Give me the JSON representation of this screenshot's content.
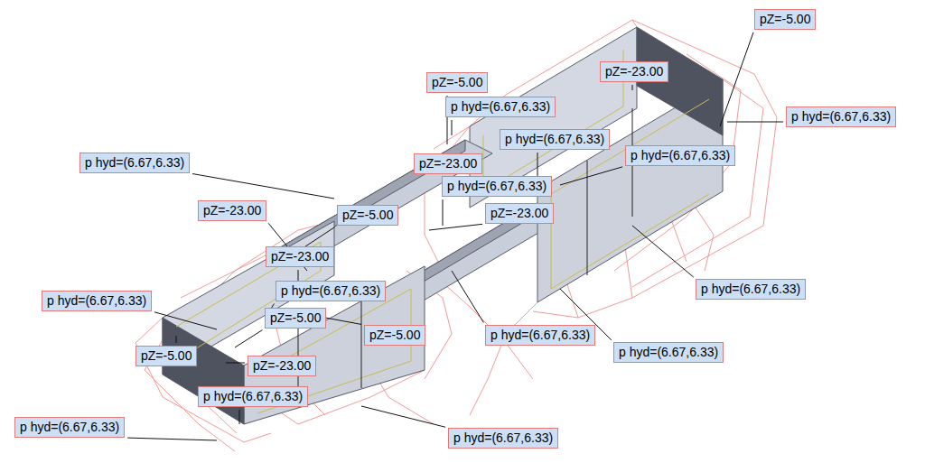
{
  "diagram": {
    "labels": [
      "pZ=-5.00",
      "pZ=-23.00",
      "pZ=-5.00",
      "p hyd=(6.67,6.33)",
      "p hyd=(6.67,6.33)",
      "p hyd=(6.67,6.33)",
      "p hyd=(6.67,6.33)",
      "pZ=-23.00",
      "p hyd=(6.67,6.33)",
      "p hyd=(6.67,6.33)",
      "pZ=-23.00",
      "pZ=-5.00",
      "pZ=-23.00",
      "pZ=-23.00",
      "p hyd=(6.67,6.33)",
      "p hyd=(6.67,6.33)",
      "p hyd=(6.67,6.33)",
      "pZ=-5.00",
      "pZ=-5.00",
      "p hyd=(6.67,6.33)",
      "pZ=-5.00",
      "p hyd=(6.67,6.33)",
      "pZ=-23.00",
      "p hyd=(6.67,6.33)",
      "p hyd=(6.67,6.33)",
      "p hyd=(6.67,6.33)"
    ]
  }
}
